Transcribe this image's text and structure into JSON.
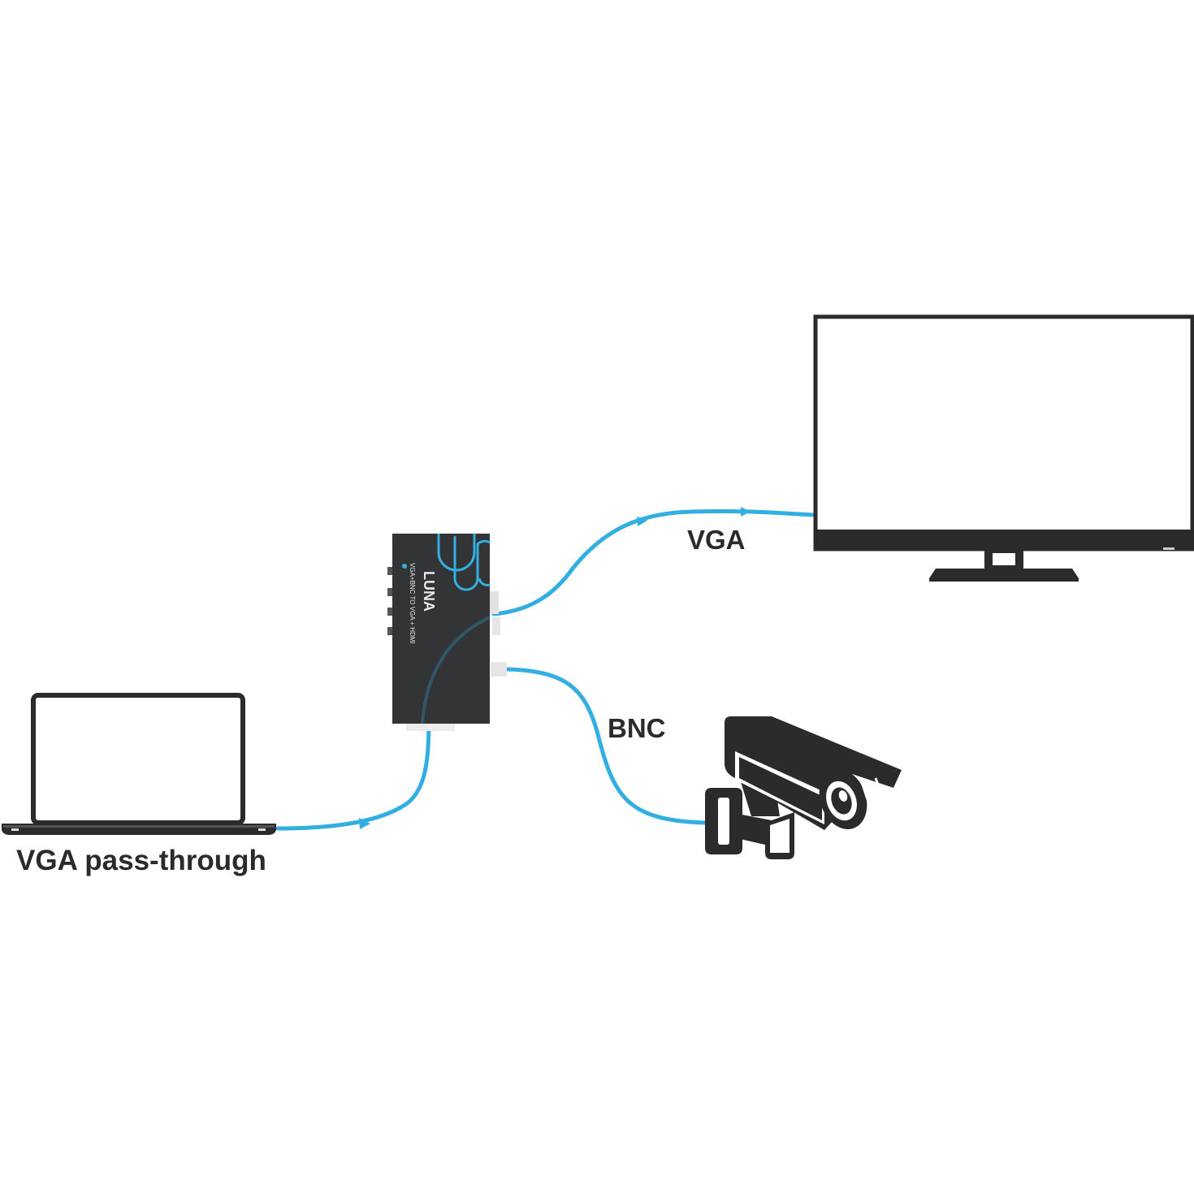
{
  "colors": {
    "cable": "#33aee0",
    "device_body": "#333436",
    "outline": "#2b2b2b",
    "background": "#ffffff"
  },
  "labels": {
    "vga_output": "VGA",
    "bnc_input": "BNC",
    "vga_passthrough": "VGA pass-through"
  },
  "device": {
    "brand": "LUNA",
    "model": "VGA+BNC TO VGA + HDMI"
  },
  "icons": {
    "laptop": "laptop-icon",
    "monitor": "monitor-icon",
    "camera": "security-camera-icon",
    "converter": "converter-box-icon"
  }
}
